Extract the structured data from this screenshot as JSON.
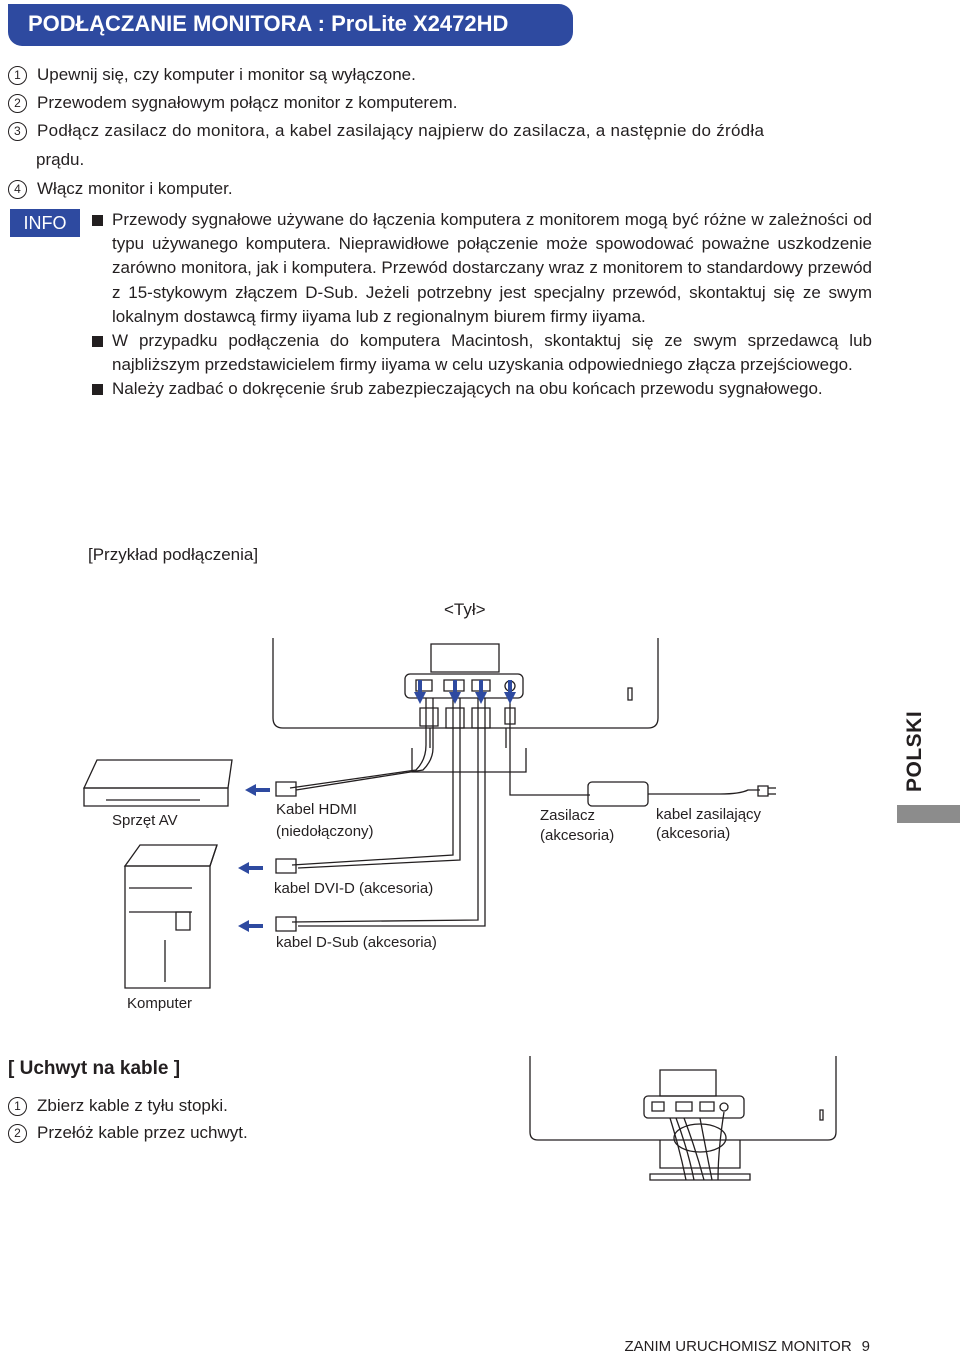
{
  "header": {
    "title": "PODŁĄCZANIE MONITORA : ProLite X2472HD"
  },
  "steps": [
    {
      "num": "1",
      "text": "Upewnij się, czy komputer i monitor są wyłączone."
    },
    {
      "num": "2",
      "text": "Przewodem sygnałowym połącz monitor z komputerem."
    },
    {
      "num": "3",
      "text": "Podłącz zasilacz do monitora, a kabel zasilający najpierw do zasilacza, a następnie do źródła",
      "text2": "prądu."
    },
    {
      "num": "4",
      "text": "Włącz monitor i komputer."
    }
  ],
  "info": {
    "badge": "INFO",
    "items": [
      "Przewody sygnałowe używane do łączenia komputera z monitorem mogą być różne w zależności od typu używanego komputera. Nieprawidłowe połączenie może spowodować poważne uszkodzenie zarówno monitora, jak i komputera. Przewód dostarczany wraz z monitorem to standardowy przewód z 15-stykowym złączem D-Sub. Jeżeli potrzebny jest specjalny przewód, skontaktuj się ze swym lokalnym dostawcą firmy iiyama lub z regionalnym biurem firmy iiyama.",
      "W przypadku podłączenia do komputera Macintosh, skontaktuj się ze swym sprzedawcą lub najbliższym przedstawicielem firmy iiyama w celu uzyskania odpowiedniego złącza przejściowego.",
      "Należy zadbać o dokręcenie śrub zabezpieczających na obu końcach przewodu sygnałowego."
    ]
  },
  "diagram": {
    "example_label": "[Przykład podłączenia]",
    "rear_label": "<Tył>",
    "av_device": "Sprzęt AV",
    "hdmi_line1": "Kabel HDMI",
    "hdmi_line2": "(niedołączony)",
    "adapter_line1": "Zasilacz",
    "adapter_line2": "(akcesoria)",
    "power_line1": "kabel zasilający",
    "power_line2": "(akcesoria)",
    "dvi_cable": "kabel DVI-D (akcesoria)",
    "dsub_cable": "kabel D-Sub (akcesoria)",
    "computer": "Komputer"
  },
  "cable_holder": {
    "title": "[ Uchwyt na kable ]",
    "steps": [
      {
        "num": "1",
        "text": "Zbierz kable z tyłu stopki."
      },
      {
        "num": "2",
        "text": "Przełóż kable przez uchwyt."
      }
    ]
  },
  "side_tab": {
    "label": "POLSKI"
  },
  "footer": {
    "text": "ZANIM URUCHOMISZ MONITOR",
    "page": "9"
  },
  "colors": {
    "accent": "#2e4aa0",
    "text": "#231f20",
    "tab": "#8c8c8c"
  }
}
